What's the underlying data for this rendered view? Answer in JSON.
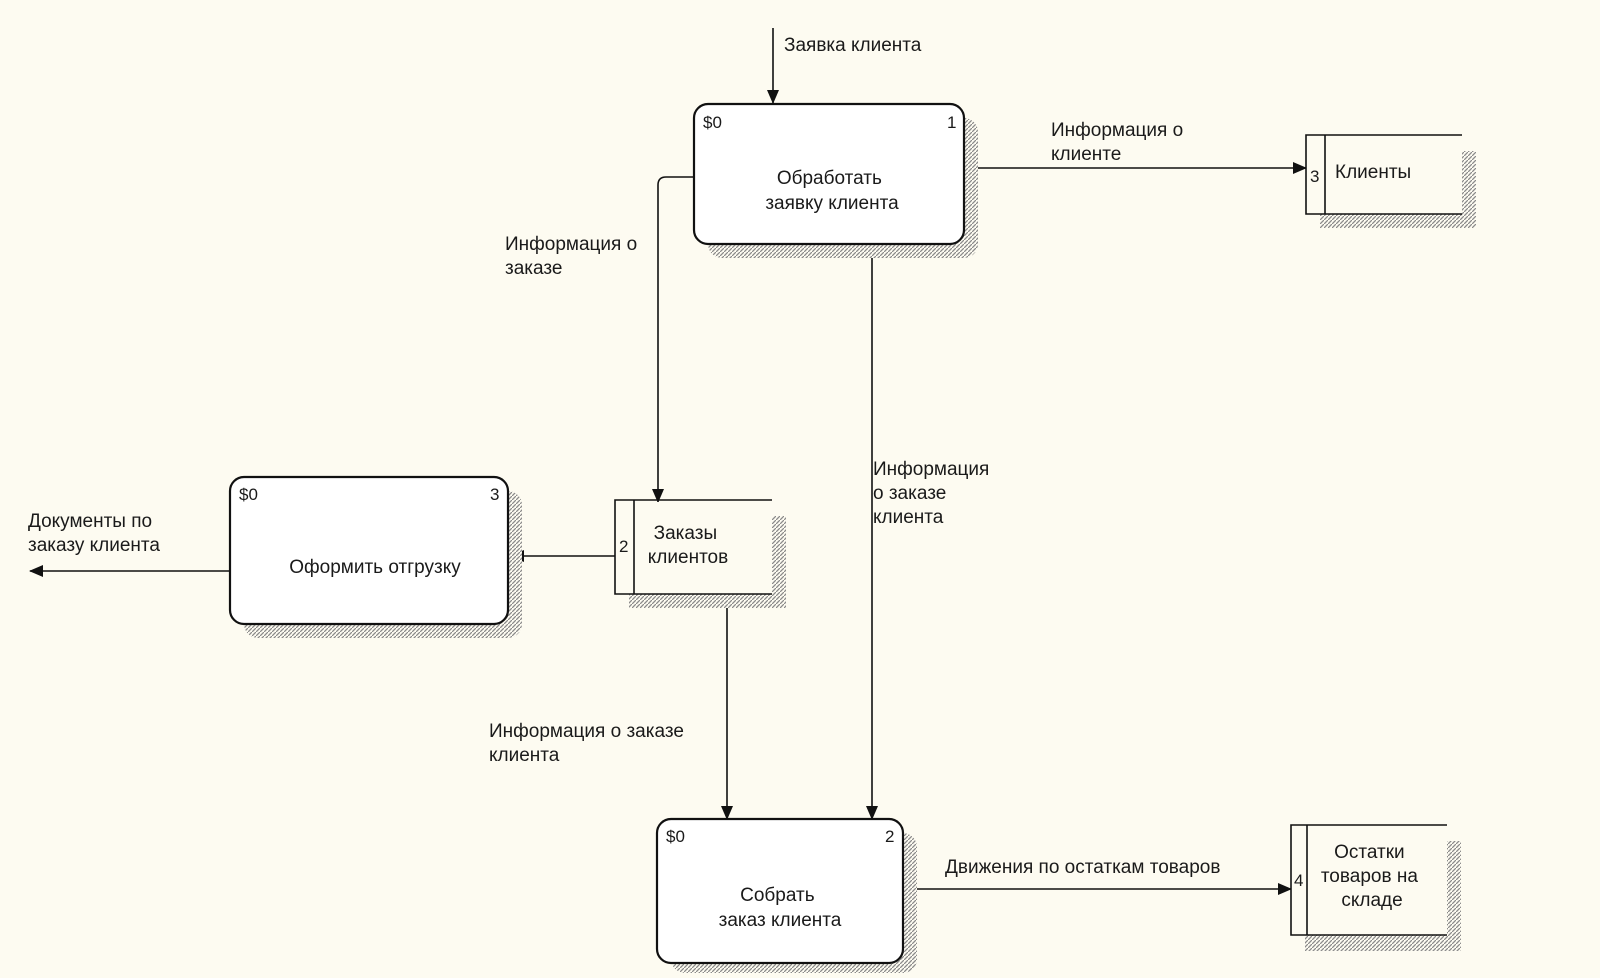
{
  "processes": [
    {
      "id": "p1",
      "tag": "$0",
      "number": "1",
      "lines": [
        "Обработать",
        "заявку клиента"
      ]
    },
    {
      "id": "p3",
      "tag": "$0",
      "number": "3",
      "lines": [
        "Оформить отгрузку"
      ]
    },
    {
      "id": "p2",
      "tag": "$0",
      "number": "2",
      "lines": [
        "Собрать",
        "заказ клиента"
      ]
    }
  ],
  "stores": [
    {
      "id": "s3",
      "number": "3",
      "lines": [
        "Клиенты"
      ]
    },
    {
      "id": "s2",
      "number": "2",
      "lines": [
        "Заказы",
        "клиентов"
      ]
    },
    {
      "id": "s4",
      "number": "4",
      "lines": [
        "Остатки",
        "товаров на",
        "складе"
      ]
    }
  ],
  "flows": [
    {
      "id": "f_request",
      "lines": [
        "Заявка клиента"
      ]
    },
    {
      "id": "f_client_info",
      "lines": [
        "Информация о",
        "клиенте"
      ]
    },
    {
      "id": "f_order_info",
      "lines": [
        "Информация о",
        "заказе"
      ]
    },
    {
      "id": "f_order_info_client_right",
      "lines": [
        "Информация",
        "о заказе",
        "клиента"
      ]
    },
    {
      "id": "f_documents",
      "lines": [
        "Документы по",
        "заказу клиента"
      ]
    },
    {
      "id": "f_order_info_client_bottom",
      "lines": [
        "Информация о заказе",
        "клиента"
      ]
    },
    {
      "id": "f_stock_moves",
      "lines": [
        "Движения по остаткам товаров"
      ]
    }
  ]
}
